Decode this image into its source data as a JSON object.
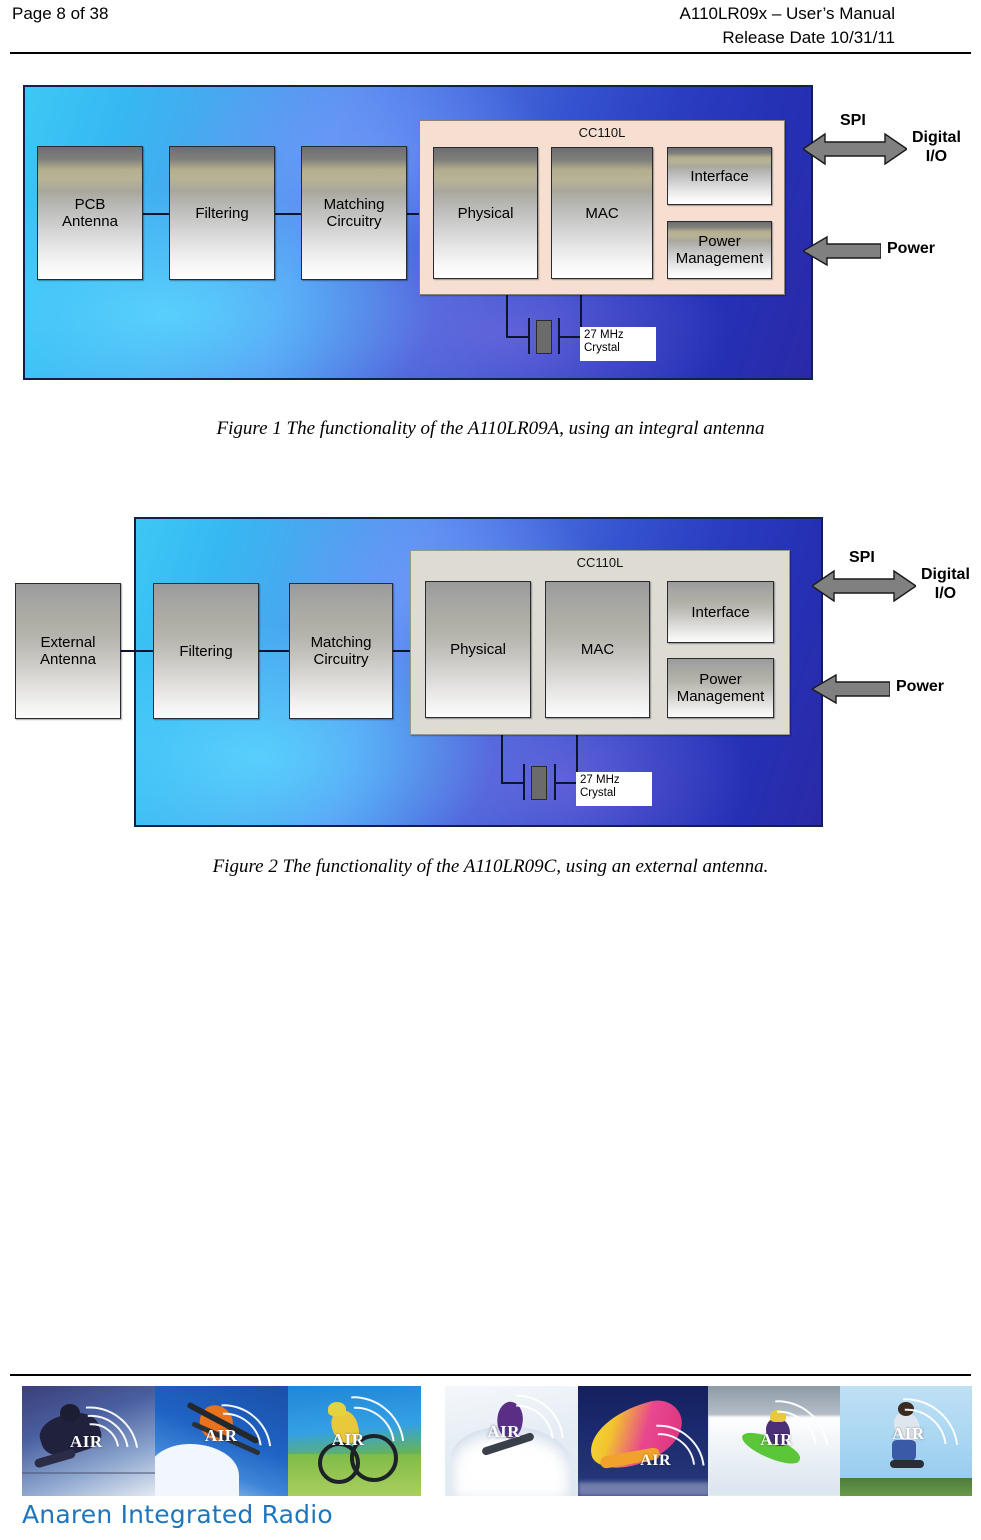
{
  "header": {
    "page_label": "Page 8 of 38",
    "title": "A110LR09x – User’s Manual",
    "release": "Release Date 10/31/11"
  },
  "figure1": {
    "caption": "Figure 1 The functionality of the A110LR09A, using an integral antenna",
    "chip_label": "CC110L",
    "blocks": {
      "antenna": "PCB\nAntenna",
      "antenna_line1": "PCB",
      "antenna_line2": "Antenna",
      "filtering": "Filtering",
      "matching_line1": "Matching",
      "matching_line2": "Circuitry",
      "physical": "Physical",
      "mac": "MAC",
      "interface": "Interface",
      "power_line1": "Power",
      "power_line2": "Management"
    },
    "crystal": {
      "line1": "27 MHz",
      "line2": "Crystal"
    },
    "arrows": {
      "spi": "SPI",
      "digital_line1": "Digital",
      "digital_line2": "I/O",
      "power": "Power"
    }
  },
  "figure2": {
    "caption": "Figure 2 The functionality of the A110LR09C, using an external antenna.",
    "chip_label": "CC110L",
    "blocks": {
      "antenna_line1": "External",
      "antenna_line2": "Antenna",
      "filtering": "Filtering",
      "matching_line1": "Matching",
      "matching_line2": "Circuitry",
      "physical": "Physical",
      "mac": "MAC",
      "interface": "Interface",
      "power_line1": "Power",
      "power_line2": "Management"
    },
    "crystal": {
      "line1": "27 MHz",
      "line2": "Crystal"
    },
    "arrows": {
      "spi": "SPI",
      "digital_line1": "Digital",
      "digital_line2": "I/O",
      "power": "Power"
    }
  },
  "footer": {
    "logo": "Anaren Integrated Radio",
    "badge": "AIR",
    "photos": [
      {
        "sport": "skateboarder",
        "badge": "AIR"
      },
      {
        "sport": "skier",
        "badge": "AIR"
      },
      {
        "sport": "mountain-biker",
        "badge": "AIR"
      },
      {
        "sport": "snowboarder",
        "badge": "AIR"
      },
      {
        "sport": "windsurfer",
        "badge": "AIR"
      },
      {
        "sport": "kayaker",
        "badge": "AIR"
      },
      {
        "sport": "inline-skater",
        "badge": "AIR"
      }
    ]
  },
  "colors": {
    "brand_blue": "#1f76bc",
    "panel_border": "#12214a",
    "chip_peach": "#f6dfd0",
    "chip_gray": "#dedbd3",
    "arrow_gray": "#808080"
  }
}
